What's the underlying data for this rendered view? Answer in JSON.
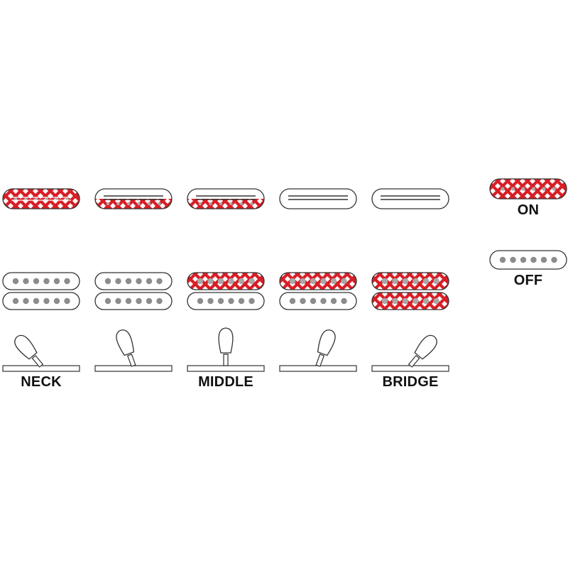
{
  "colors": {
    "on_red": "#d81e26",
    "on_dots": "#a8a8a8",
    "outline": "#333333",
    "off_dots": "#8c8c8c"
  },
  "positions": [
    {
      "label": "NECK",
      "single_coil": "on",
      "humbucker_top": "off",
      "humbucker_bottom": "off",
      "lever": "left"
    },
    {
      "label": "",
      "single_coil": "half",
      "humbucker_top": "off",
      "humbucker_bottom": "off",
      "lever": "left-center"
    },
    {
      "label": "MIDDLE",
      "single_coil": "half",
      "humbucker_top": "on",
      "humbucker_bottom": "off",
      "lever": "center"
    },
    {
      "label": "",
      "single_coil": "off",
      "humbucker_top": "on",
      "humbucker_bottom": "off",
      "lever": "right-center"
    },
    {
      "label": "BRIDGE",
      "single_coil": "off",
      "humbucker_top": "on",
      "humbucker_bottom": "on",
      "lever": "right"
    }
  ],
  "legend": {
    "on_label": "ON",
    "off_label": "OFF"
  }
}
